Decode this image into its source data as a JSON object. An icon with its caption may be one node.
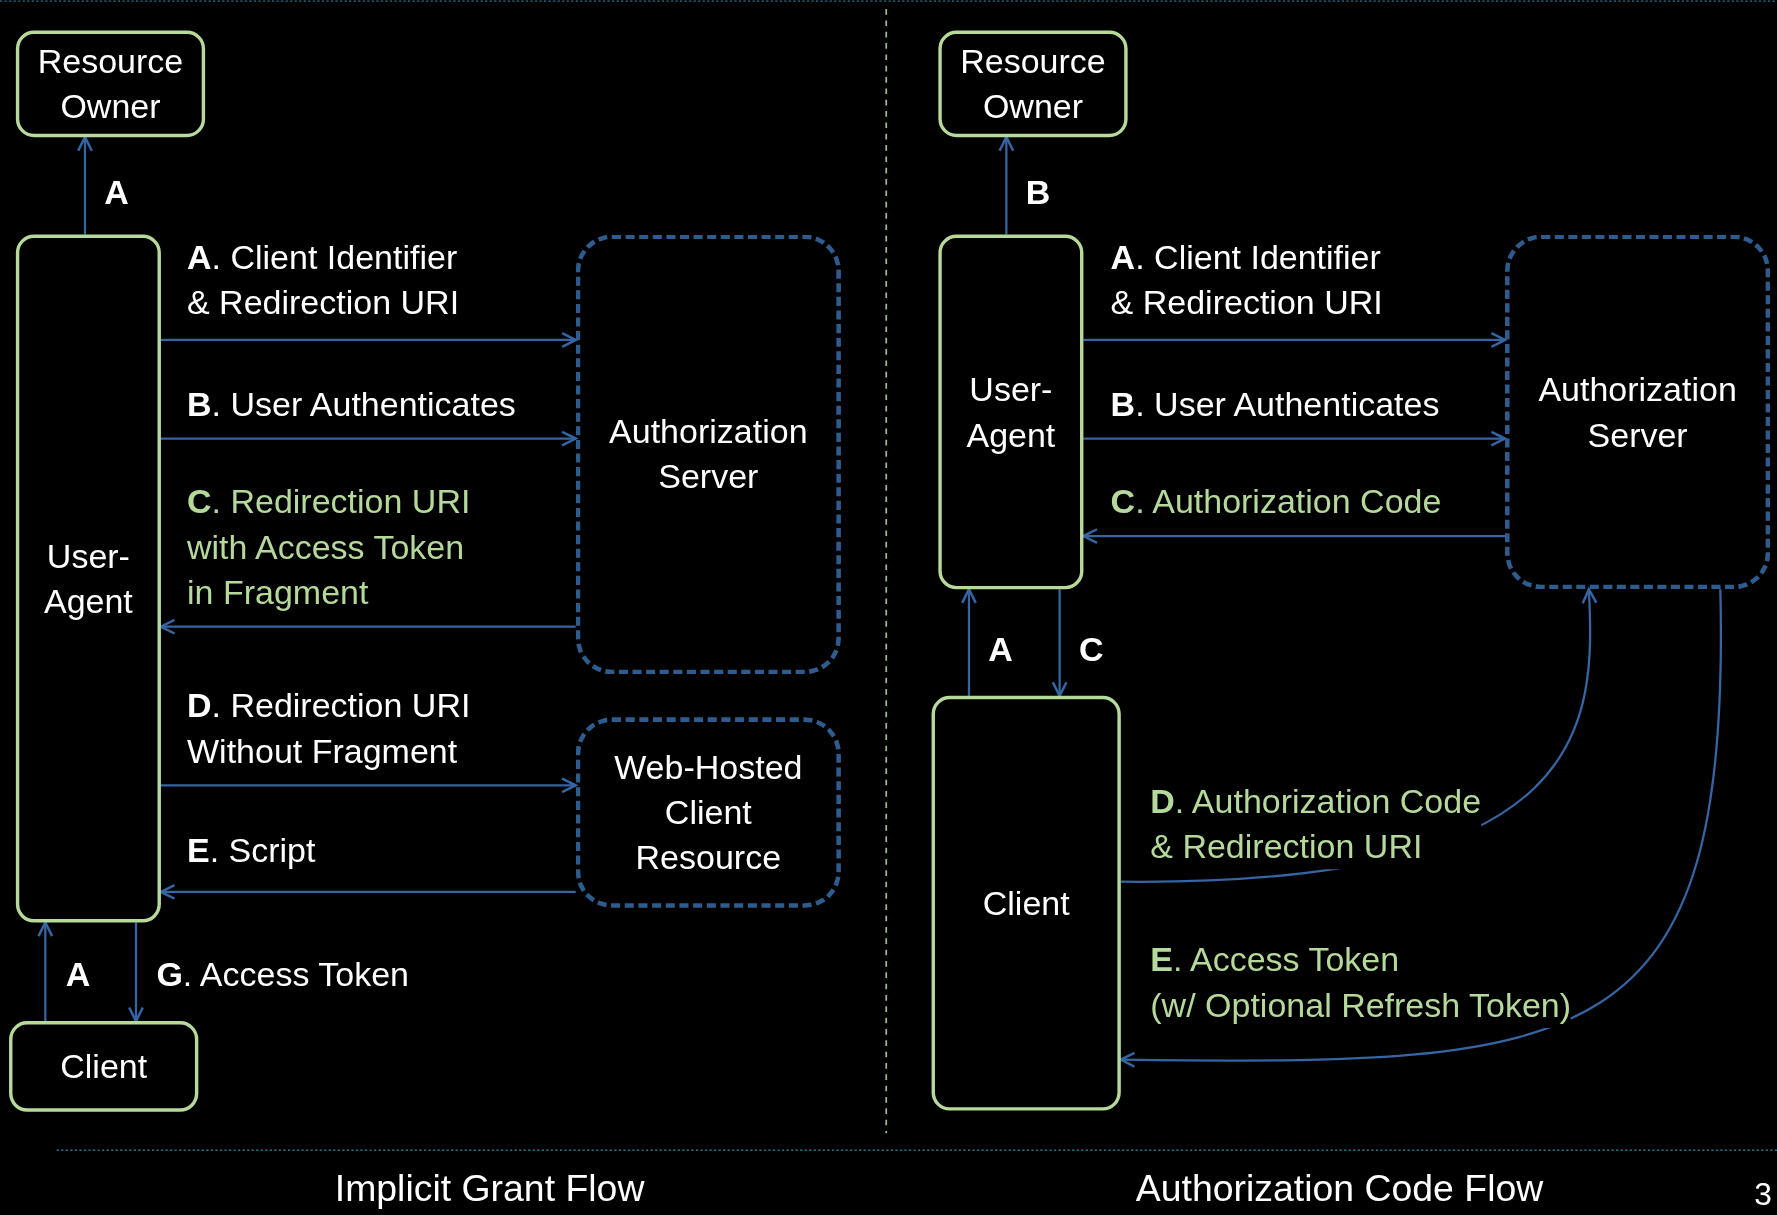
{
  "diagram": {
    "nodes": [
      {
        "text": [
          "Resource Owner"
        ]
      },
      {
        "text": [
          "User-Agent"
        ]
      },
      {
        "text": [
          "Authorization Server"
        ]
      },
      {
        "text": [
          "Web-Hosted Client Resource"
        ]
      },
      {
        "text": [
          "Client"
        ]
      },
      {
        "text": [
          "Resource Owner"
        ]
      },
      {
        "text": [
          "User-Agent"
        ]
      },
      {
        "text": [
          "Authorization Server"
        ]
      },
      {
        "text": [
          "Client"
        ]
      }
    ],
    "edges": [
      {
        "from": 1,
        "to": 0,
        "arrow": "to",
        "label": "A"
      },
      {
        "from": 1,
        "to": 2,
        "arrow": "to",
        "label": "**A**. Client Identifier & Redirection URI"
      },
      {
        "from": 1,
        "to": 2,
        "arrow": "to",
        "label": "**B**. User Authenticates"
      },
      {
        "from": 2,
        "to": 1,
        "arrow": "to",
        "label": "**C**. Redirection URI with Access Token in Fragment"
      },
      {
        "from": 1,
        "to": 3,
        "arrow": "to",
        "label": "**D**. Redirection URI Without Fragment"
      },
      {
        "from": 3,
        "to": 1,
        "arrow": "to",
        "label": "**E**. Script"
      },
      {
        "from": 4,
        "to": 1,
        "arrow": "to",
        "label": "A"
      },
      {
        "from": 1,
        "to": 4,
        "arrow": "to",
        "label": "**G**. Access Token"
      },
      {
        "from": 6,
        "to": 5,
        "arrow": "to",
        "label": "B"
      },
      {
        "from": 6,
        "to": 7,
        "arrow": "to",
        "label": "**A**. Client Identifier & Redirection URI"
      },
      {
        "from": 6,
        "to": 7,
        "arrow": "to",
        "label": "**B**. User Authenticates"
      },
      {
        "from": 7,
        "to": 6,
        "arrow": "to",
        "label": "**C**. Authorization Code"
      },
      {
        "from": 8,
        "to": 6,
        "arrow": "to",
        "label": "A"
      },
      {
        "from": 6,
        "to": 8,
        "arrow": "to",
        "label": "C"
      },
      {
        "from": 8,
        "to": 7,
        "arrow": "to",
        "label": "**D**. Authorization Code & Redirection URI"
      },
      {
        "from": 7,
        "to": 8,
        "arrow": "to",
        "label": "**E**. Access Token (w/ Optional Refresh Token)"
      }
    ],
    "labels": [
      "Implicit Grant Flow",
      "Authorization Code Flow",
      "3"
    ]
  }
}
